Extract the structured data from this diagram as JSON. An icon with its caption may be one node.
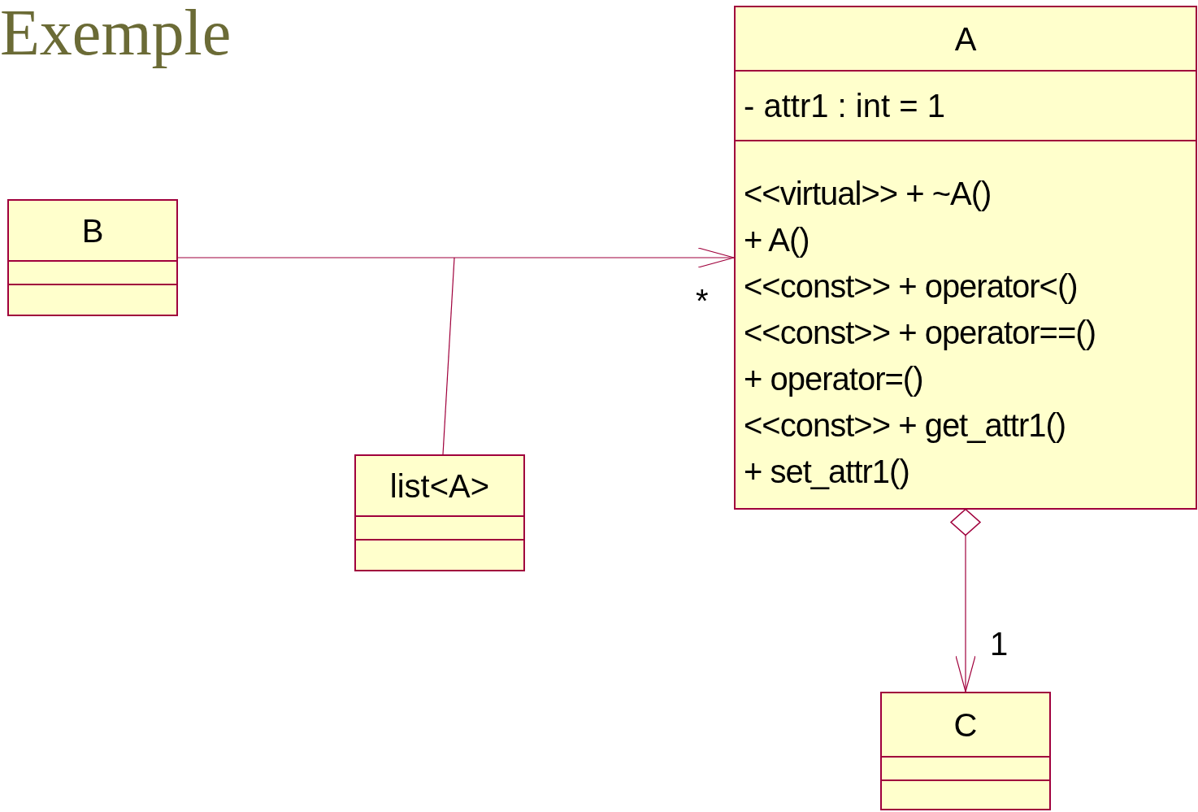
{
  "diagram": {
    "title": "Exemple",
    "nodes": [
      {
        "text": [
          "A",
          "- attr1 : int = 1",
          "<<virtual>> + ~A()",
          "+ A()",
          "<<const>> + operator<()",
          "<<const>> + operator==()",
          "+ operator=()",
          "<<const>> + get_attr1()",
          "+ set_attr1()"
        ]
      },
      {
        "text": [
          "B"
        ]
      },
      {
        "text": [
          "list<A>"
        ]
      },
      {
        "text": [
          "C"
        ]
      }
    ],
    "edges": [
      {
        "from": 1,
        "to": 0,
        "arrow": "to",
        "label": "*"
      },
      {
        "from": 2,
        "to": null,
        "arrow": "none"
      },
      {
        "from": 0,
        "to": 3,
        "arrow": "to",
        "label": "1"
      }
    ]
  }
}
